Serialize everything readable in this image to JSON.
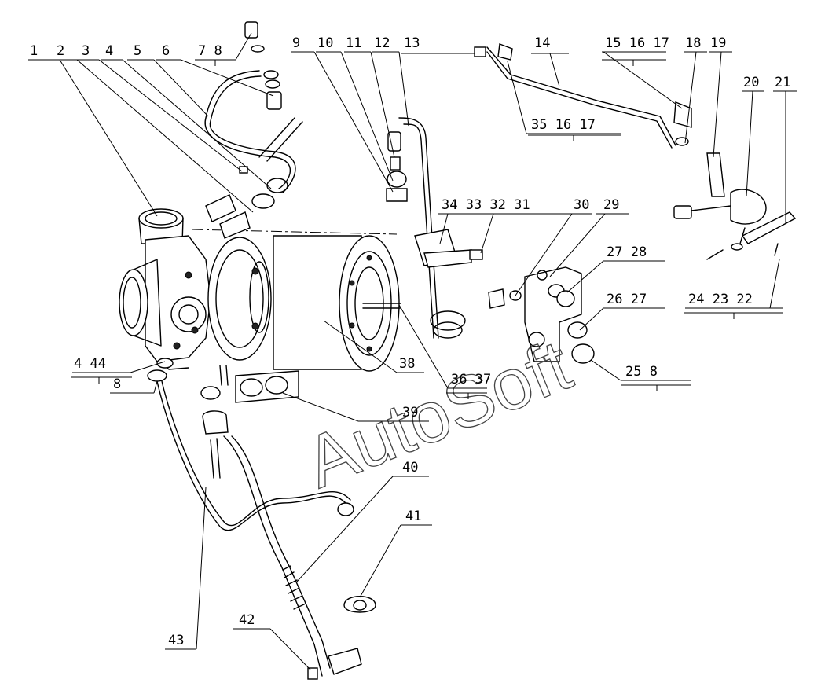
{
  "watermark": "AutoSoft",
  "callouts": [
    {
      "id": "c-1",
      "text": "1"
    },
    {
      "id": "c-2",
      "text": "2"
    },
    {
      "id": "c-3",
      "text": "3"
    },
    {
      "id": "c-4a",
      "text": "4"
    },
    {
      "id": "c-5",
      "text": "5"
    },
    {
      "id": "c-6",
      "text": "6"
    },
    {
      "id": "c-7-8",
      "text": "7 8"
    },
    {
      "id": "c-9",
      "text": "9"
    },
    {
      "id": "c-10",
      "text": "10"
    },
    {
      "id": "c-11",
      "text": "11"
    },
    {
      "id": "c-12",
      "text": "12"
    },
    {
      "id": "c-13",
      "text": "13"
    },
    {
      "id": "c-14",
      "text": "14"
    },
    {
      "id": "c-15-16-17",
      "text": "15 16 17"
    },
    {
      "id": "c-18",
      "text": "18"
    },
    {
      "id": "c-19",
      "text": "19"
    },
    {
      "id": "c-20",
      "text": "20"
    },
    {
      "id": "c-21",
      "text": "21"
    },
    {
      "id": "c-35-16-17",
      "text": "35 16 17"
    },
    {
      "id": "c-34-33-32-31",
      "text": "34 33 32 31"
    },
    {
      "id": "c-30",
      "text": "30"
    },
    {
      "id": "c-29",
      "text": "29"
    },
    {
      "id": "c-27-28",
      "text": "27 28"
    },
    {
      "id": "c-26-27",
      "text": "26 27"
    },
    {
      "id": "c-24-23-22",
      "text": "24 23 22"
    },
    {
      "id": "c-25-8",
      "text": "25 8"
    },
    {
      "id": "c-4-44",
      "text": "4 44"
    },
    {
      "id": "c-8",
      "text": "8"
    },
    {
      "id": "c-38",
      "text": "38"
    },
    {
      "id": "c-36-37",
      "text": "36 37"
    },
    {
      "id": "c-39",
      "text": "39"
    },
    {
      "id": "c-40",
      "text": "40"
    },
    {
      "id": "c-41",
      "text": "41"
    },
    {
      "id": "c-42",
      "text": "42"
    },
    {
      "id": "c-43",
      "text": "43"
    }
  ]
}
